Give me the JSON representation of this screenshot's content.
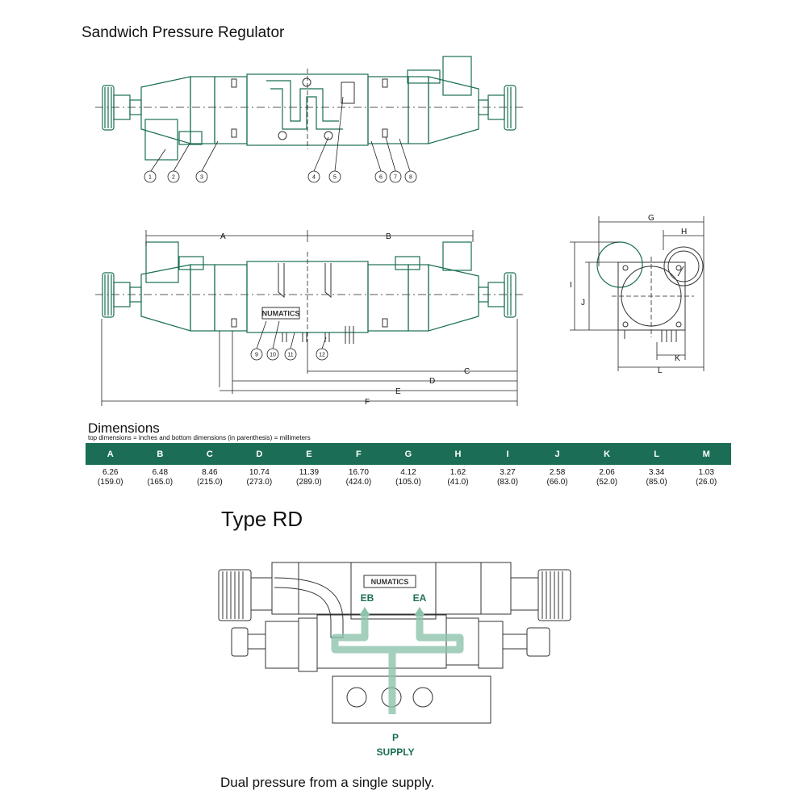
{
  "title": "Sandwich Pressure Regulator",
  "callouts": [
    "1",
    "2",
    "3",
    "4",
    "5",
    "6",
    "7",
    "8",
    "9",
    "10",
    "11",
    "12"
  ],
  "dimension_letters": {
    "A": "A",
    "B": "B",
    "C": "C",
    "D": "D",
    "E": "E",
    "F": "F",
    "G": "G",
    "H": "H",
    "I": "I",
    "J": "J",
    "K": "K",
    "L": "L"
  },
  "brand": "NUMATICS",
  "dimensions": {
    "title": "Dimensions",
    "note": "top dimensions = inches and bottom dimensions (in parenthesis) = millimeters",
    "headers": [
      "A",
      "B",
      "C",
      "D",
      "E",
      "F",
      "G",
      "H",
      "I",
      "J",
      "K",
      "L",
      "M"
    ],
    "inches": [
      "6.26",
      "6.48",
      "8.46",
      "10.74",
      "11.39",
      "16.70",
      "4.12",
      "1.62",
      "3.27",
      "2.58",
      "2.06",
      "3.34",
      "1.03"
    ],
    "mm": [
      "(159.0)",
      "(165.0)",
      "(215.0)",
      "(273.0)",
      "(289.0)",
      "(424.0)",
      "(105.0)",
      "(41.0)",
      "(83.0)",
      "(66.0)",
      "(52.0)",
      "(85.0)",
      "(26.0)"
    ]
  },
  "type_title": "Type RD",
  "flow_labels": {
    "eb": "EB",
    "ea": "EA",
    "p": "P",
    "supply": "SUPPLY"
  },
  "caption": "Dual pressure from a single supply.",
  "colors": {
    "accent": "#1b6e55",
    "fill": "#cfe3d9",
    "table_header": "#1b6e55"
  }
}
